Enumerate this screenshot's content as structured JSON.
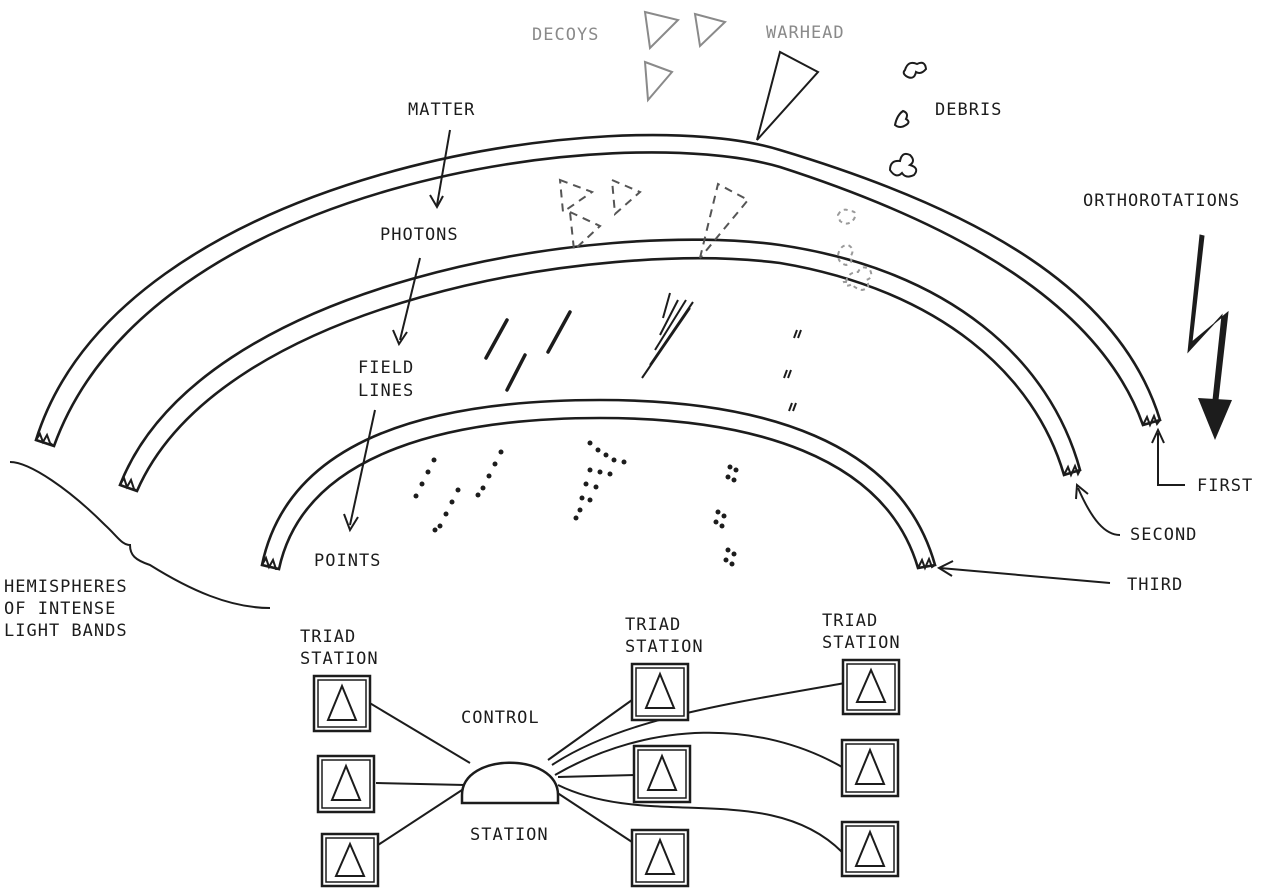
{
  "labels": {
    "decoys": "DECOYS",
    "warhead": "WARHEAD",
    "debris": "DEBRIS",
    "matter": "MATTER",
    "photons": "PHOTONS",
    "field_lines_1": "FIELD",
    "field_lines_2": "LINES",
    "points": "POINTS",
    "orthorotations": "ORTHOROTATIONS",
    "first": "FIRST",
    "second": "SECOND",
    "third": "THIRD",
    "hemispheres_1": "HEMISPHERES",
    "hemispheres_2": "OF INTENSE",
    "hemispheres_3": "LIGHT BANDS",
    "control": "CONTROL",
    "station": "STATION",
    "triad_left_1": "TRIAD",
    "triad_left_2": "STATION",
    "triad_mid_1": "TRIAD",
    "triad_mid_2": "STATION",
    "triad_right_1": "TRIAD",
    "triad_right_2": "STATION"
  }
}
